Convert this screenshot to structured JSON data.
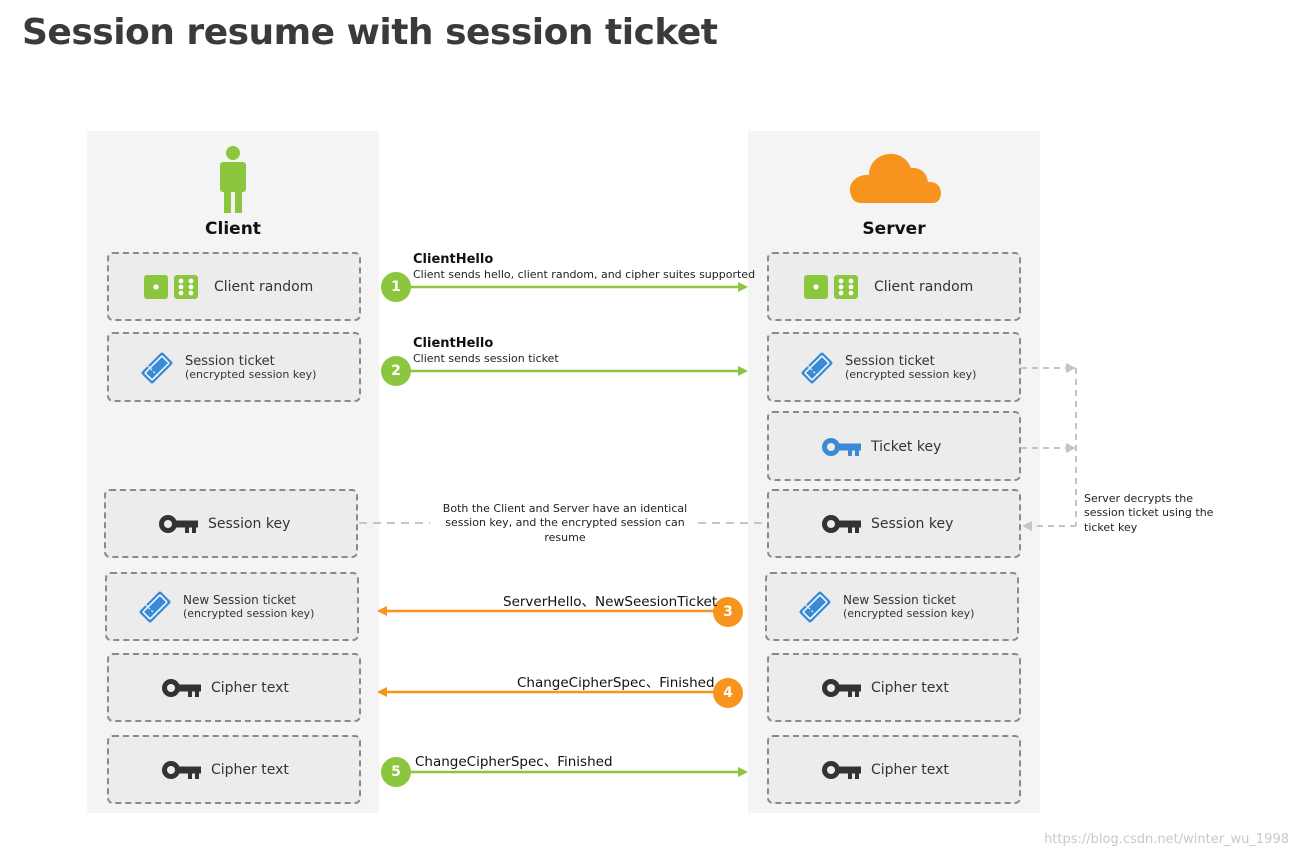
{
  "title": "Session resume with session ticket",
  "client": {
    "label": "Client"
  },
  "server": {
    "label": "Server"
  },
  "boxes": {
    "client_random": "Client random",
    "session_ticket": "Session ticket",
    "session_ticket_sub": "(encrypted session key)",
    "ticket_key": "Ticket key",
    "session_key": "Session key",
    "new_session_ticket": "New Session ticket",
    "new_session_ticket_sub": "(encrypted session key)",
    "cipher_text": "Cipher text"
  },
  "messages": [
    {
      "step": "1",
      "title": "ClientHello",
      "subtitle": "Client sends hello, client random, and cipher suites supported"
    },
    {
      "step": "2",
      "title": "ClientHello",
      "subtitle": "Client sends session ticket"
    },
    {
      "step": "3",
      "title": "ServerHello、NewSeesionTicket"
    },
    {
      "step": "4",
      "title": "ChangeCipherSpec、Finished"
    },
    {
      "step": "5",
      "title": "ChangeCipherSpec、Finished"
    }
  ],
  "notes": {
    "shared_key": "Both the Client and Server have an identical session key, and the encrypted session can resume",
    "decrypt": "Server decrypts the session ticket using the ticket key"
  },
  "watermark": "https://blog.csdn.net/winter_wu_1998",
  "colors": {
    "green": "#8cc63f",
    "orange": "#f7941d",
    "blue": "#3a8ad6",
    "dark": "#333333"
  }
}
